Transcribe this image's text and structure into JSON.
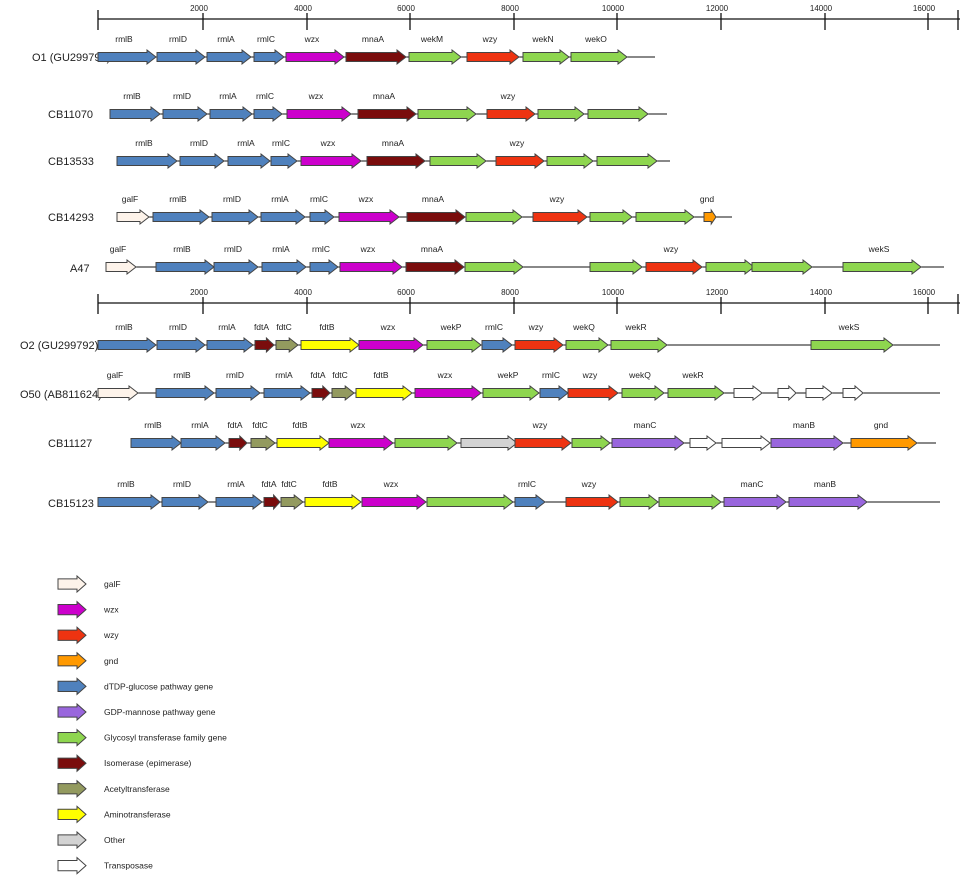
{
  "axis_ticks": [
    "2000",
    "4000",
    "6000",
    "8000",
    "10000",
    "12000",
    "14000",
    "16000"
  ],
  "colors": {
    "galF": "#fdf3ea",
    "wzx": "#cc00cc",
    "wzy": "#ee3311",
    "gnd": "#ff9900",
    "dTDP": "#4f81bd",
    "GDP": "#9966dd",
    "GT": "#8ed64f",
    "isomerase": "#7a0c0c",
    "acetyl": "#939a5f",
    "amino": "#ffff00",
    "other": "#d3d3d3",
    "transposase": "#ffffff"
  },
  "panels": [
    {
      "rows": [
        {
          "name": "O1 (GU299791)",
          "genes": [
            {
              "c": "dTDP",
              "label": "rmlB"
            },
            {
              "c": "dTDP",
              "label": "rmlD"
            },
            {
              "c": "dTDP",
              "label": "rmlA"
            },
            {
              "c": "dTDP",
              "label": "rmlC"
            },
            {
              "c": "wzx",
              "label": "wzx"
            },
            {
              "c": "isomerase",
              "label": "mnaA"
            },
            {
              "c": "GT",
              "label": "wekM"
            },
            {
              "c": "wzy",
              "label": "wzy"
            },
            {
              "c": "GT",
              "label": "wekN"
            },
            {
              "c": "GT",
              "label": "wekO"
            }
          ]
        },
        {
          "name": "CB11070",
          "genes": [
            {
              "c": "dTDP",
              "label": "rmlB"
            },
            {
              "c": "dTDP",
              "label": "rmlD"
            },
            {
              "c": "dTDP",
              "label": "rmlA"
            },
            {
              "c": "dTDP",
              "label": "rmlC"
            },
            {
              "c": "wzx",
              "label": "wzx"
            },
            {
              "c": "isomerase",
              "label": "mnaA"
            },
            {
              "c": "GT",
              "label": ""
            },
            {
              "c": "wzy",
              "label": "wzy"
            },
            {
              "c": "GT",
              "label": ""
            },
            {
              "c": "GT",
              "label": ""
            }
          ]
        },
        {
          "name": "CB13533",
          "genes": [
            {
              "c": "dTDP",
              "label": "rmlB"
            },
            {
              "c": "dTDP",
              "label": "rmlD"
            },
            {
              "c": "dTDP",
              "label": "rmlA"
            },
            {
              "c": "dTDP",
              "label": "rmlC"
            },
            {
              "c": "wzx",
              "label": "wzx"
            },
            {
              "c": "isomerase",
              "label": "mnaA"
            },
            {
              "c": "GT",
              "label": ""
            },
            {
              "c": "wzy",
              "label": "wzy"
            },
            {
              "c": "GT",
              "label": ""
            },
            {
              "c": "GT",
              "label": ""
            }
          ]
        },
        {
          "name": "CB14293",
          "genes": [
            {
              "c": "galF",
              "label": "galF"
            },
            {
              "c": "dTDP",
              "label": "rmlB"
            },
            {
              "c": "dTDP",
              "label": "rmlD"
            },
            {
              "c": "dTDP",
              "label": "rmlA"
            },
            {
              "c": "dTDP",
              "label": "rmlC"
            },
            {
              "c": "wzx",
              "label": "wzx"
            },
            {
              "c": "isomerase",
              "label": "mnaA"
            },
            {
              "c": "GT",
              "label": ""
            },
            {
              "c": "wzy",
              "label": "wzy"
            },
            {
              "c": "GT",
              "label": ""
            },
            {
              "c": "GT",
              "label": ""
            },
            {
              "c": "gnd",
              "label": "gnd"
            }
          ]
        },
        {
          "name": "A47",
          "genes": [
            {
              "c": "galF",
              "label": "galF"
            },
            {
              "c": "dTDP",
              "label": "rmlB"
            },
            {
              "c": "dTDP",
              "label": "rmlD"
            },
            {
              "c": "dTDP",
              "label": "rmlA"
            },
            {
              "c": "dTDP",
              "label": "rmlC"
            },
            {
              "c": "wzx",
              "label": "wzx"
            },
            {
              "c": "isomerase",
              "label": "mnaA"
            },
            {
              "c": "GT",
              "label": ""
            },
            {
              "c": "GT",
              "label": ""
            },
            {
              "c": "wzy",
              "label": "wzy"
            },
            {
              "c": "GT",
              "label": ""
            },
            {
              "c": "GT",
              "label": ""
            },
            {
              "c": "GT",
              "label": "wekS"
            }
          ]
        }
      ]
    },
    {
      "rows": [
        {
          "name": "O2 (GU299792)",
          "genes": [
            {
              "c": "dTDP",
              "label": "rmlB"
            },
            {
              "c": "dTDP",
              "label": "rmlD"
            },
            {
              "c": "dTDP",
              "label": "rmlA"
            },
            {
              "c": "isomerase",
              "label": "fdtA"
            },
            {
              "c": "acetyl",
              "label": "fdtC"
            },
            {
              "c": "amino",
              "label": "fdtB"
            },
            {
              "c": "wzx",
              "label": "wzx"
            },
            {
              "c": "GT",
              "label": "wekP"
            },
            {
              "c": "dTDP",
              "label": "rmlC"
            },
            {
              "c": "wzy",
              "label": "wzy"
            },
            {
              "c": "GT",
              "label": "wekQ"
            },
            {
              "c": "GT",
              "label": "wekR"
            },
            {
              "c": "GT",
              "label": "wekS"
            }
          ]
        },
        {
          "name": "O50 (AB811624)",
          "genes": [
            {
              "c": "galF",
              "label": "galF"
            },
            {
              "c": "dTDP",
              "label": "rmlB"
            },
            {
              "c": "dTDP",
              "label": "rmlD"
            },
            {
              "c": "dTDP",
              "label": "rmlA"
            },
            {
              "c": "isomerase",
              "label": "fdtA"
            },
            {
              "c": "acetyl",
              "label": "fdtC"
            },
            {
              "c": "amino",
              "label": "fdtB"
            },
            {
              "c": "wzx",
              "label": "wzx"
            },
            {
              "c": "GT",
              "label": "wekP"
            },
            {
              "c": "dTDP",
              "label": "rmlC"
            },
            {
              "c": "wzy",
              "label": "wzy"
            },
            {
              "c": "GT",
              "label": "wekQ"
            },
            {
              "c": "GT",
              "label": "wekR"
            },
            {
              "c": "transposase",
              "label": ""
            },
            {
              "c": "transposase",
              "label": ""
            },
            {
              "c": "transposase",
              "label": ""
            },
            {
              "c": "transposase",
              "label": ""
            }
          ]
        },
        {
          "name": "CB11127",
          "genes": [
            {
              "c": "dTDP",
              "label": "rmlB"
            },
            {
              "c": "dTDP",
              "label": "rmlA"
            },
            {
              "c": "isomerase",
              "label": "fdtA"
            },
            {
              "c": "acetyl",
              "label": "fdtC"
            },
            {
              "c": "amino",
              "label": "fdtB"
            },
            {
              "c": "wzx",
              "label": "wzx"
            },
            {
              "c": "GT",
              "label": ""
            },
            {
              "c": "other",
              "label": ""
            },
            {
              "c": "wzy",
              "label": "wzy"
            },
            {
              "c": "GT",
              "label": ""
            },
            {
              "c": "GDP",
              "label": "manC"
            },
            {
              "c": "transposase",
              "label": ""
            },
            {
              "c": "transposase",
              "label": ""
            },
            {
              "c": "GDP",
              "label": "manB"
            },
            {
              "c": "gnd",
              "label": "gnd"
            }
          ]
        },
        {
          "name": "CB15123",
          "genes": [
            {
              "c": "dTDP",
              "label": "rmlB"
            },
            {
              "c": "dTDP",
              "label": "rmlD"
            },
            {
              "c": "dTDP",
              "label": "rmlA"
            },
            {
              "c": "isomerase",
              "label": "fdtA"
            },
            {
              "c": "acetyl",
              "label": "fdtC"
            },
            {
              "c": "amino",
              "label": "fdtB"
            },
            {
              "c": "wzx",
              "label": "wzx"
            },
            {
              "c": "GT",
              "label": ""
            },
            {
              "c": "dTDP",
              "label": "rmlC"
            },
            {
              "c": "wzy",
              "label": "wzy"
            },
            {
              "c": "GT",
              "label": ""
            },
            {
              "c": "GT",
              "label": ""
            },
            {
              "c": "GDP",
              "label": "manC"
            },
            {
              "c": "GDP",
              "label": "manB"
            }
          ]
        }
      ]
    }
  ],
  "legend": [
    {
      "c": "galF",
      "label": "galF"
    },
    {
      "c": "wzx",
      "label": "wzx"
    },
    {
      "c": "wzy",
      "label": "wzy"
    },
    {
      "c": "gnd",
      "label": "gnd"
    },
    {
      "c": "dTDP",
      "label": "dTDP-glucose pathway gene"
    },
    {
      "c": "GDP",
      "label": "GDP-mannose pathway gene"
    },
    {
      "c": "GT",
      "label": "Glycosyl transferase family gene"
    },
    {
      "c": "isomerase",
      "label": "Isomerase (epimerase)"
    },
    {
      "c": "acetyl",
      "label": "Acetyltransferase"
    },
    {
      "c": "amino",
      "label": "Aminotransferase"
    },
    {
      "c": "other",
      "label": "Other"
    },
    {
      "c": "transposase",
      "label": "Transposase"
    }
  ]
}
